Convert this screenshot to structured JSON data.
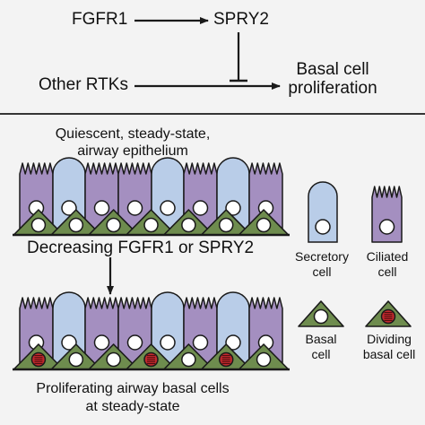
{
  "pathway": {
    "fgfr1": "FGFR1",
    "spry2": "SPRY2",
    "other_rtks": "Other RTKs",
    "outcome_line1": "Basal cell",
    "outcome_line2": "proliferation"
  },
  "epithelium_top": {
    "caption_line1": "Quiescent, steady-state,",
    "caption_line2": "airway epithelium"
  },
  "transition": {
    "label": "Decreasing FGFR1 or SPRY2"
  },
  "epithelium_bottom": {
    "caption_line1": "Proliferating airway basal cells",
    "caption_line2": "at steady-state"
  },
  "legend": {
    "secretory_line1": "Secretory",
    "secretory_line2": "cell",
    "ciliated_line1": "Ciliated",
    "ciliated_line2": "cell",
    "basal_line1": "Basal",
    "basal_line2": "cell",
    "dividing_line1": "Dividing",
    "dividing_line2": "basal cell"
  },
  "colors": {
    "secretory": "#b9cde8",
    "ciliated": "#a48fc0",
    "basal": "#6e8c4e",
    "nucleus": "#ffffff",
    "dividing_nucleus": "#c0282d",
    "background": "#f3f3f3",
    "line": "#1a1a1a"
  }
}
